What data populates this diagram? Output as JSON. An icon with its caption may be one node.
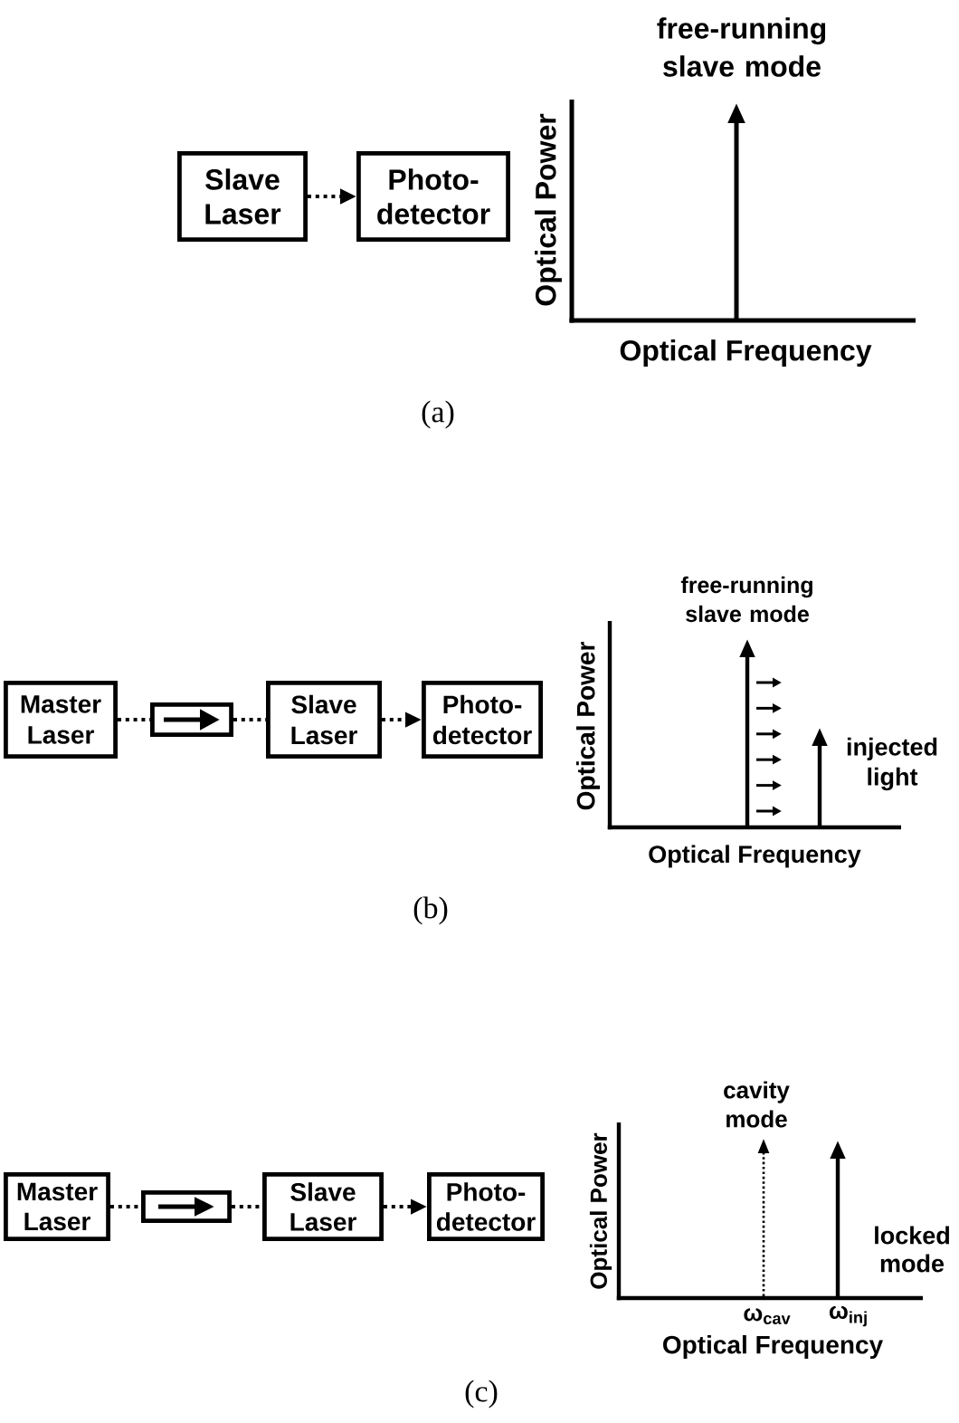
{
  "diagram": {
    "nodes": [
      {
        "text": [
          "Slave Laser"
        ]
      },
      {
        "text": [
          "Photo- detector"
        ]
      },
      {
        "text": [
          "Master Laser"
        ]
      },
      {
        "text": [],
        "shape": "box"
      },
      {
        "text": [
          "Slave Laser"
        ]
      },
      {
        "text": [
          "Photo- detector"
        ]
      },
      {
        "text": [
          "Master Laser"
        ]
      },
      {
        "text": [],
        "shape": "box"
      },
      {
        "text": [
          "Slave Laser"
        ]
      },
      {
        "text": [
          "Photo- detector"
        ]
      }
    ],
    "edges": [
      {
        "from": 0,
        "to": 1,
        "arrow": "to"
      },
      {
        "from": 2,
        "to": 3,
        "arrow": "none"
      },
      {
        "from": 3,
        "to": 4,
        "arrow": "none"
      },
      {
        "from": 4,
        "to": 5,
        "arrow": "to"
      },
      {
        "from": 6,
        "to": 7,
        "arrow": "none"
      },
      {
        "from": 7,
        "to": 8,
        "arrow": "none"
      },
      {
        "from": 8,
        "to": 9,
        "arrow": "to"
      }
    ],
    "labels": [
      "free-running slave mode",
      "Optical Power",
      "Optical Frequency",
      "(a)",
      "free-running slave mode",
      "Optical Power",
      "injected light",
      "Optical Frequency",
      "(b)",
      "cavity mode",
      "Optical Power",
      "locked mode",
      "ω$_{cav}$",
      "ω$_{inj}$",
      "Optical Frequency",
      "(c)"
    ]
  }
}
